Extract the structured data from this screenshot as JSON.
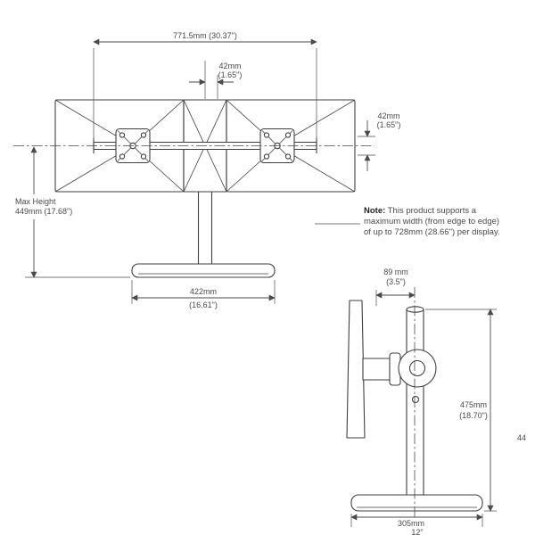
{
  "front_view": {
    "overall_width": "771.5mm (30.37\")",
    "top_offset": {
      "line1": "42mm",
      "line2": "(1.65\")"
    },
    "side_offset": {
      "line1": "42mm",
      "line2": "(1.65\")"
    },
    "max_height": {
      "line1": "Max Height",
      "line2": "449mm (17.68\")"
    },
    "base_width": {
      "line1": "422mm",
      "line2": "(16.61\")"
    }
  },
  "note": {
    "label": "Note:",
    "line1": "This product supports a",
    "line2": "maximum width (from edge to edge)",
    "line3": "of up to 728mm (28.66\") per display."
  },
  "side_view": {
    "depth": {
      "line1": "89 mm",
      "line2": "(3.5\")"
    },
    "height": {
      "line1": "475mm",
      "line2": "(18.70\")"
    },
    "clipped_value": "44",
    "base_depth": {
      "line1": "305mm",
      "line2": "12\""
    }
  },
  "colors": {
    "line": "#3f3f3f",
    "dimension": "#4a4a4a",
    "background": "#ffffff"
  }
}
